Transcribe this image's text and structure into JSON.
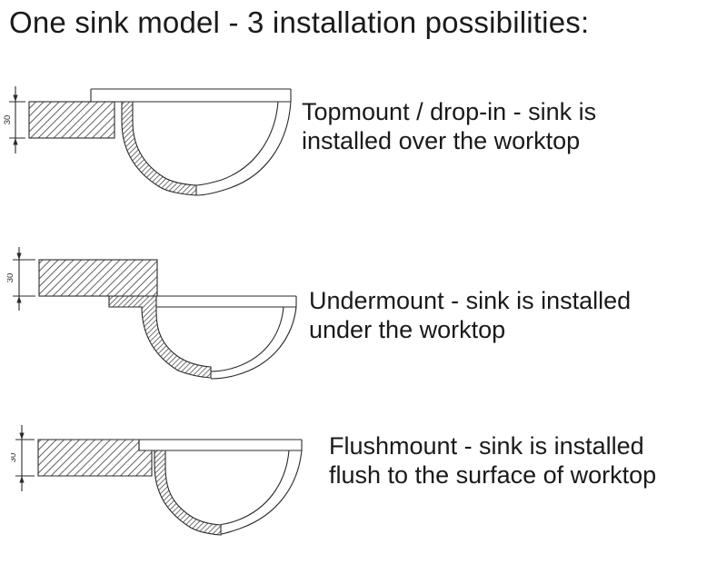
{
  "title": "One sink model - 3 installation possibilities:",
  "colors": {
    "background": "#ffffff",
    "line": "#2a2a2a",
    "text": "#1a1a1a"
  },
  "rows": [
    {
      "id": "topmount",
      "dimension": "30",
      "label": "Topmount / drop-in - sink is\ninstalled over the worktop"
    },
    {
      "id": "undermount",
      "dimension": "30",
      "label": "Undermount - sink is installed\nunder the worktop"
    },
    {
      "id": "flushmount",
      "dimension": "30",
      "label": "Flushmount - sink is installed\nflush to the surface of worktop"
    }
  ]
}
